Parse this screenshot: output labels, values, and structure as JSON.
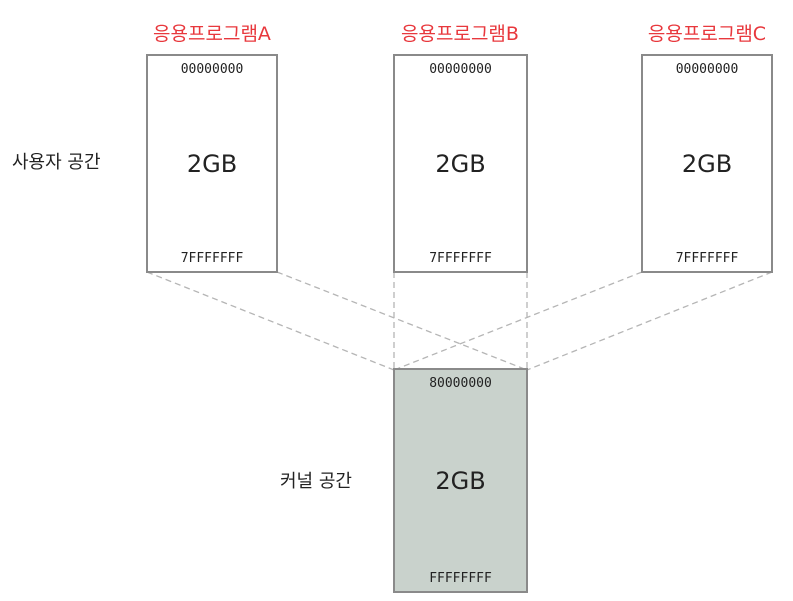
{
  "applications": [
    {
      "name": "응용프로그램A",
      "start_address": "00000000",
      "size": "2GB",
      "end_address": "7FFFFFFF"
    },
    {
      "name": "응용프로그램B",
      "start_address": "00000000",
      "size": "2GB",
      "end_address": "7FFFFFFF"
    },
    {
      "name": "응용프로그램C",
      "start_address": "00000000",
      "size": "2GB",
      "end_address": "7FFFFFFF"
    }
  ],
  "labels": {
    "user_space": "사용자 공간",
    "kernel_space": "커널 공간"
  },
  "kernel": {
    "start_address": "80000000",
    "size": "2GB",
    "end_address": "FFFFFFFF"
  },
  "colors": {
    "title_red": "#e8383d",
    "box_border": "#8a8a8a",
    "kernel_fill": "#c9d2cc",
    "dashed_line": "#b5b5b5"
  }
}
